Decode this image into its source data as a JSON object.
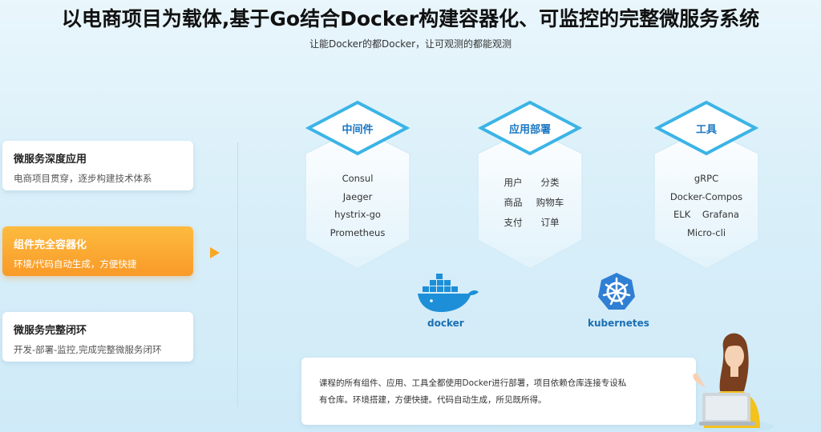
{
  "header": {
    "title": "以电商项目为载体,基于Go结合Docker构建容器化、可监控的完整微服务系统",
    "subtitle": "让能Docker的都Docker，让可观测的都能观测"
  },
  "features": [
    {
      "title": "微服务深度应用",
      "desc": "电商项目贯穿，逐步构建技术体系",
      "active": false
    },
    {
      "title": "组件完全容器化",
      "desc": "环境/代码自动生成，方便快捷",
      "active": true
    },
    {
      "title": "微服务完整闭环",
      "desc": "开发-部署-监控,完成完整微服务闭环",
      "active": false
    }
  ],
  "panels": {
    "middleware": {
      "title": "中间件",
      "items": [
        "Consul",
        "Jaeger",
        "hystrix-go",
        "Prometheus"
      ]
    },
    "apps": {
      "title": "应用部署",
      "items": [
        "用户",
        "分类",
        "商品",
        "购物车",
        "支付",
        "订单"
      ]
    },
    "tools": {
      "title": "工具",
      "items": [
        "gRPC",
        "Docker-Compos",
        "ELK    Grafana",
        "Micro-cli"
      ]
    }
  },
  "logos": {
    "docker": "docker",
    "kubernetes": "kubernetes"
  },
  "note": {
    "line1": "课程的所有组件、应用、工具全都使用Docker进行部署，项目依赖仓库连接专设私",
    "line2": "有仓库。环境搭建，方便快捷。代码自动生成，所见既所得。"
  },
  "colors": {
    "accent_orange": "#f9a825",
    "accent_blue": "#1a76c2",
    "hex_border": "#3bb4e6"
  }
}
